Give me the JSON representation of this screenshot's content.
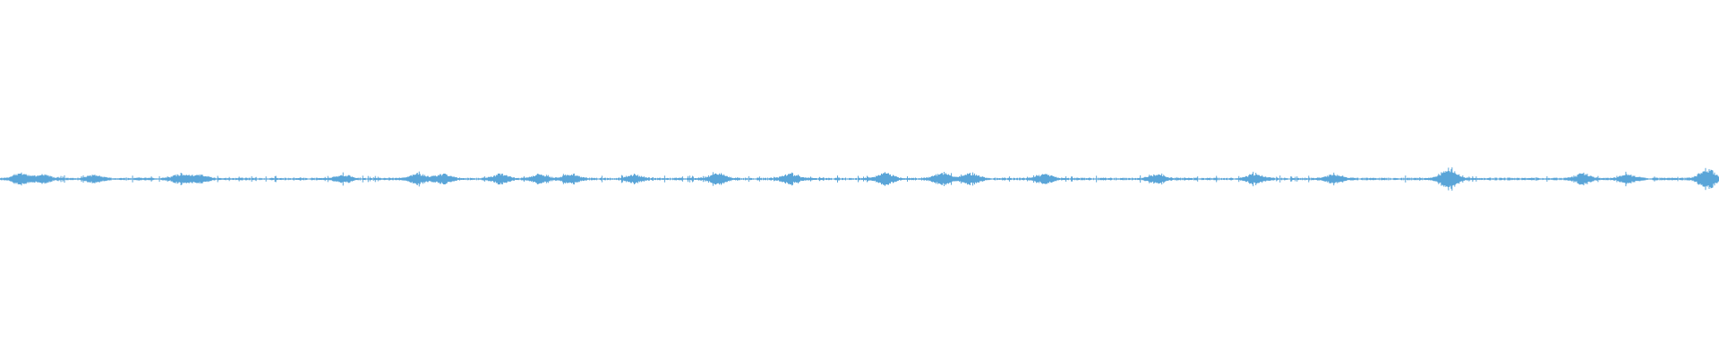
{
  "waveform": {
    "color": "#5aa5d8",
    "background": "#ffffff",
    "sample_count": 1920,
    "seed": 7,
    "baseline_amplitude": 0.006,
    "bursts": [
      {
        "at": 0.012,
        "strength": 0.03
      },
      {
        "at": 0.025,
        "strength": 0.024
      },
      {
        "at": 0.055,
        "strength": 0.02
      },
      {
        "at": 0.105,
        "strength": 0.026
      },
      {
        "at": 0.116,
        "strength": 0.022
      },
      {
        "at": 0.2,
        "strength": 0.02
      },
      {
        "at": 0.243,
        "strength": 0.03
      },
      {
        "at": 0.258,
        "strength": 0.026
      },
      {
        "at": 0.291,
        "strength": 0.025
      },
      {
        "at": 0.314,
        "strength": 0.022
      },
      {
        "at": 0.332,
        "strength": 0.024
      },
      {
        "at": 0.369,
        "strength": 0.02
      },
      {
        "at": 0.418,
        "strength": 0.03
      },
      {
        "at": 0.46,
        "strength": 0.028
      },
      {
        "at": 0.515,
        "strength": 0.03
      },
      {
        "at": 0.548,
        "strength": 0.034
      },
      {
        "at": 0.565,
        "strength": 0.028
      },
      {
        "at": 0.608,
        "strength": 0.024
      },
      {
        "at": 0.673,
        "strength": 0.022
      },
      {
        "at": 0.73,
        "strength": 0.026
      },
      {
        "at": 0.776,
        "strength": 0.022
      },
      {
        "at": 0.843,
        "strength": 0.06
      },
      {
        "at": 0.921,
        "strength": 0.028
      },
      {
        "at": 0.947,
        "strength": 0.022
      },
      {
        "at": 0.993,
        "strength": 0.055
      }
    ]
  }
}
